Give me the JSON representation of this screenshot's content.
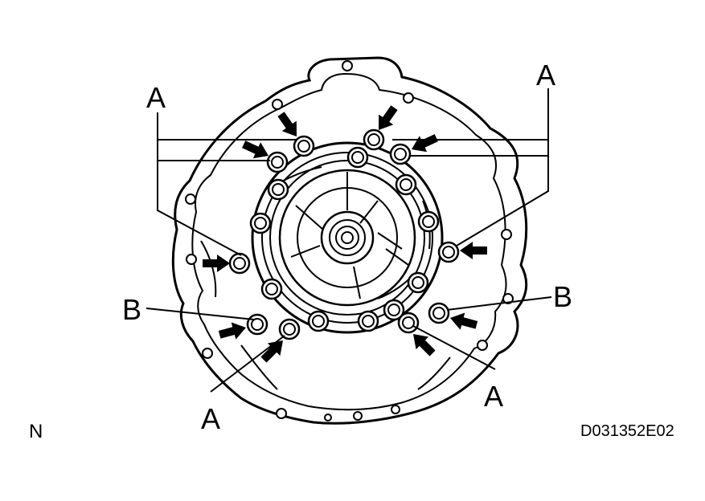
{
  "labels": {
    "a_top_left": "A",
    "a_top_right": "A",
    "b_left": "B",
    "b_right": "B",
    "a_bottom_left": "A",
    "a_bottom_right": "A"
  },
  "footer": {
    "view_letter": "N",
    "figure_code": "D031352E02"
  }
}
